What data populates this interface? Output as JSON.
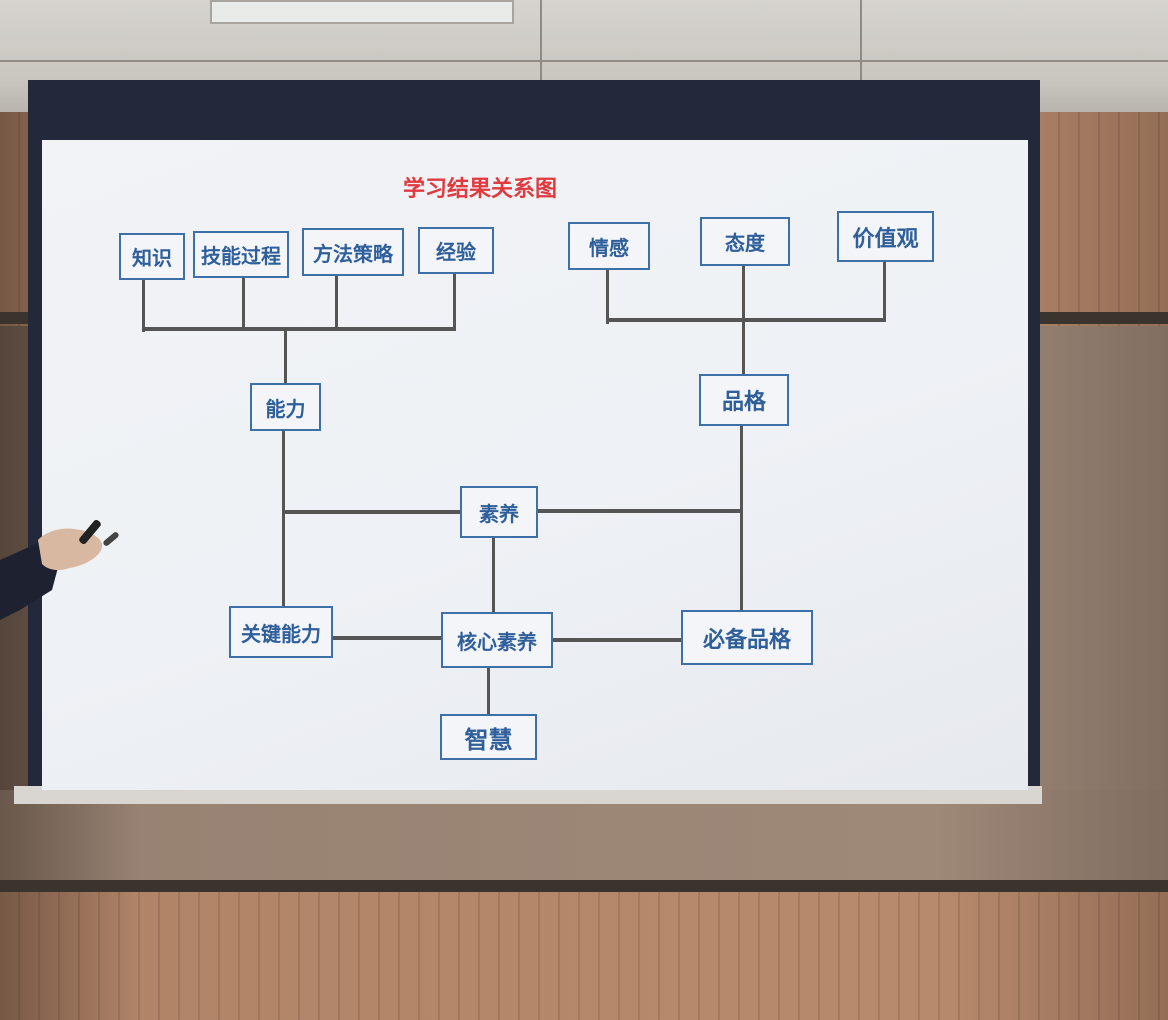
{
  "diagram": {
    "title": "学习结果关系图",
    "nodes": {
      "zhishi": "知识",
      "jineng": "技能过程",
      "fangfa": "方法策略",
      "jingyan": "经验",
      "qinggan": "情感",
      "taidu": "态度",
      "jiazhiguan": "价值观",
      "nengli": "能力",
      "pinge": "品格",
      "suyang": "素养",
      "guanjian": "关键能力",
      "hexin": "核心素养",
      "bibei": "必备品格",
      "zhihui": "智慧"
    }
  },
  "colors": {
    "title": "#e0393e",
    "node_text": "#2f5f9b",
    "node_border": "#3d6fa8",
    "connector": "#555555"
  }
}
